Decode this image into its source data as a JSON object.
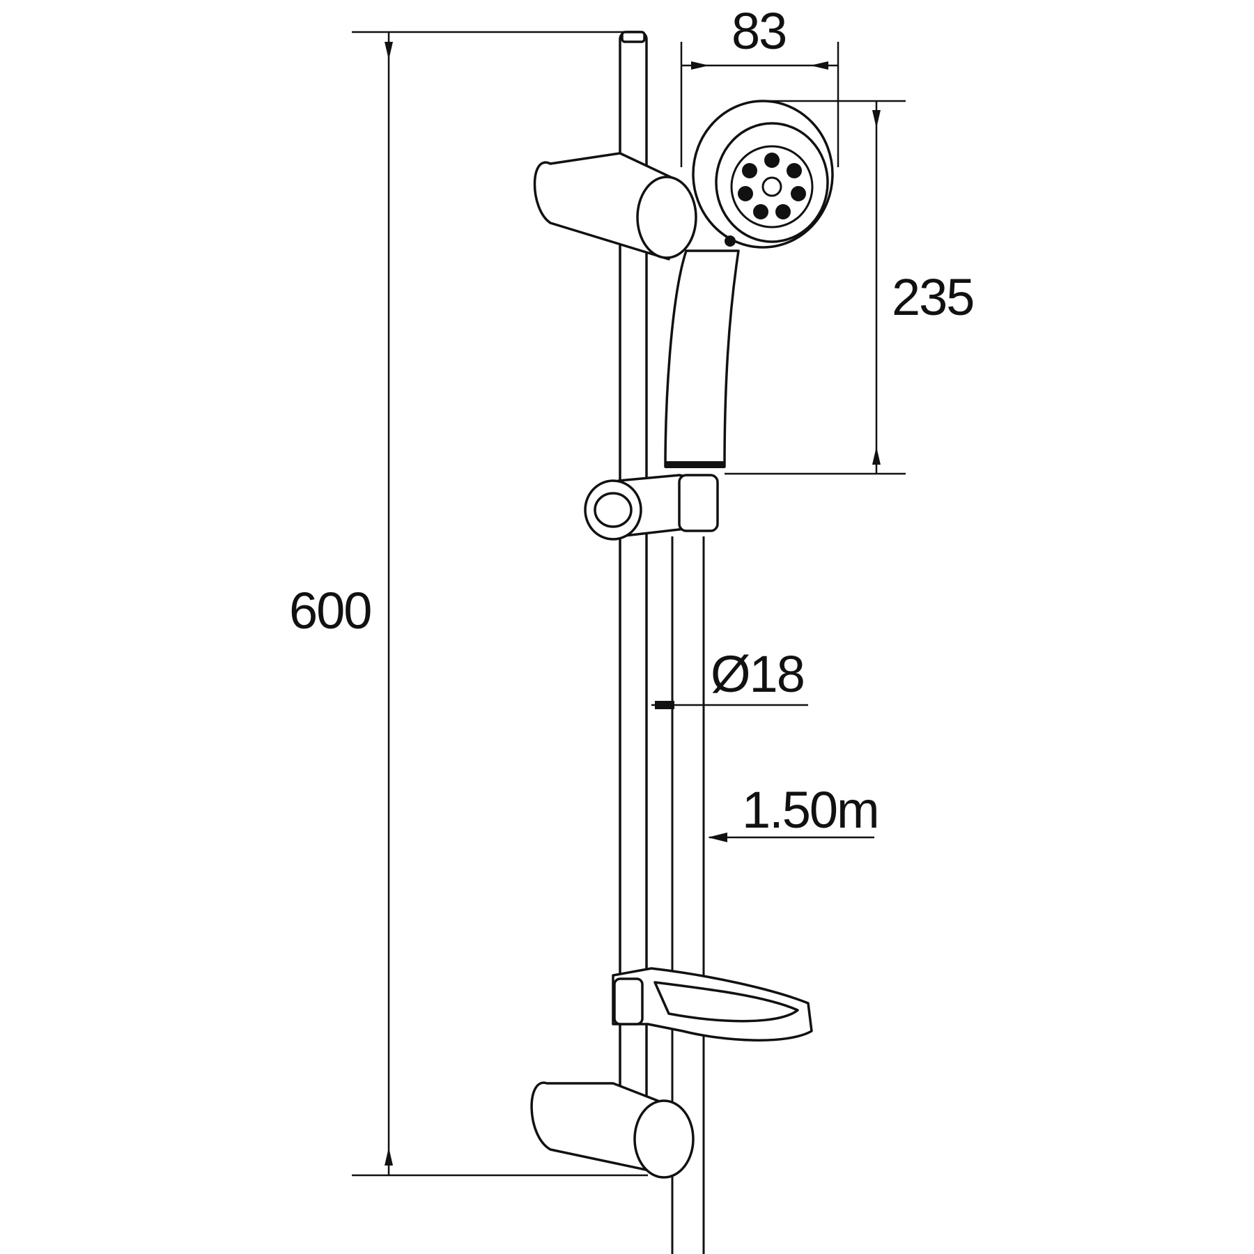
{
  "dimensions": {
    "overall_height": "600",
    "head_diameter": "83",
    "handset_length": "235",
    "rail_diameter": "Ø18",
    "hose_length": "1.50m"
  }
}
